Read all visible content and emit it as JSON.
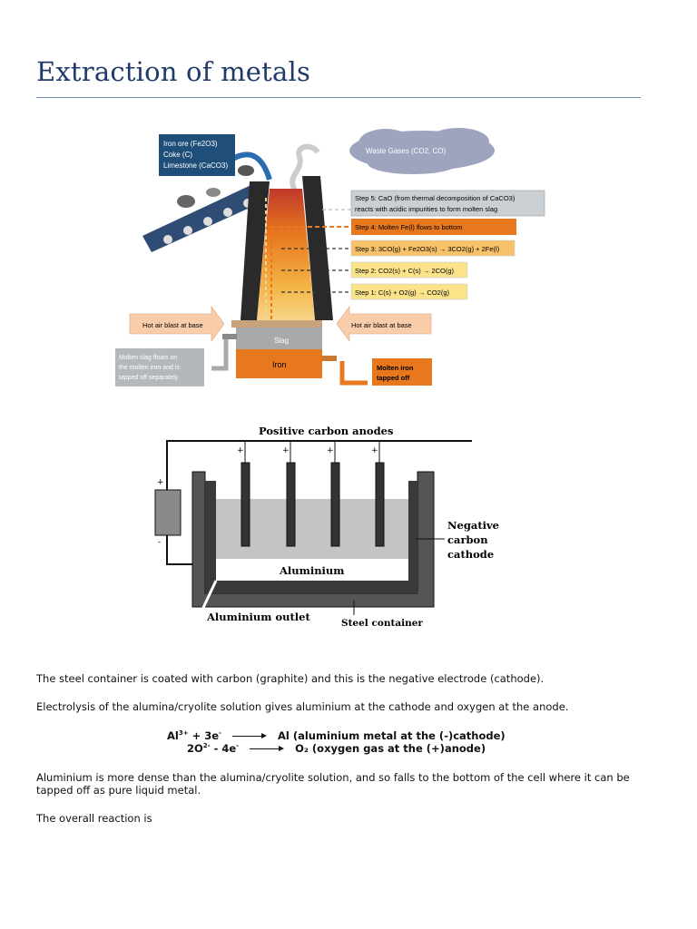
{
  "page": {
    "title": "Extraction of metals"
  },
  "furnace": {
    "inputs_box": [
      "Iron ore (Fe2O3)",
      "Coke (C)",
      "Limestone (CaCO3)"
    ],
    "waste_gases": "Waste Gases (CO2, CO)",
    "step5": [
      "Step 5: CaO (from thermal decomposition of CaCO3)",
      "reacts with acidic impurities to form molten slag"
    ],
    "step4": "Step 4: Molten Fe(l) flows to bottom",
    "step3": "Step 3: 3CO(g) + Fe2O3(s) → 3CO2(g) + 2Fe(l)",
    "step2": "Step 2: CO2(s) + C(s) → 2CO(g)",
    "step1": "Step 1: C(s) + O2(g) → CO2(g)",
    "hot_air_left": "Hot air blast at base",
    "hot_air_right": "Hot air blast at base",
    "slag_label": "Slag",
    "iron_label": "Iron",
    "slag_note": [
      "Molten slag floats on",
      "the molten iron and is",
      "tapped off separately"
    ],
    "iron_tapped": [
      "Molten iron",
      "tapped off"
    ]
  },
  "cell": {
    "anodes_label": "Positive carbon anodes",
    "cathode_label": [
      "Negative",
      "carbon",
      "cathode"
    ],
    "aluminium_label": "Aluminium",
    "outlet_label": "Aluminium outlet",
    "container_label": "Steel container",
    "plus": "+",
    "minus": "-"
  },
  "text": {
    "p1": "The steel container is coated with carbon (graphite) and this is the negative electrode (cathode).",
    "p2": "Electrolysis of the alumina/cryolite solution gives aluminium at the cathode and oxygen at the anode.",
    "eq1_lhs_ion": "Al",
    "eq1_lhs_charge": "3+",
    "eq1_lhs_rest": " +  3e",
    "eq1_lhs_e": "-",
    "eq1_rhs": "Al (aluminium metal at the (-)cathode)",
    "eq2_lhs_ion": "2O",
    "eq2_lhs_charge": "2-",
    "eq2_lhs_rest": "  -  4e",
    "eq2_lhs_e": "-",
    "eq2_rhs": "O₂ (oxygen gas at the (+)anode)",
    "p3": "Aluminium is more dense than the alumina/cryolite solution, and so falls to the bottom of the cell where it can be tapped off as pure liquid metal.",
    "p4": "The overall reaction is"
  },
  "colors": {
    "title": "#1f3a68",
    "orange": "#e8781e",
    "yellow_box": "#fbe38a",
    "grey_box": "#c9cfd3"
  }
}
